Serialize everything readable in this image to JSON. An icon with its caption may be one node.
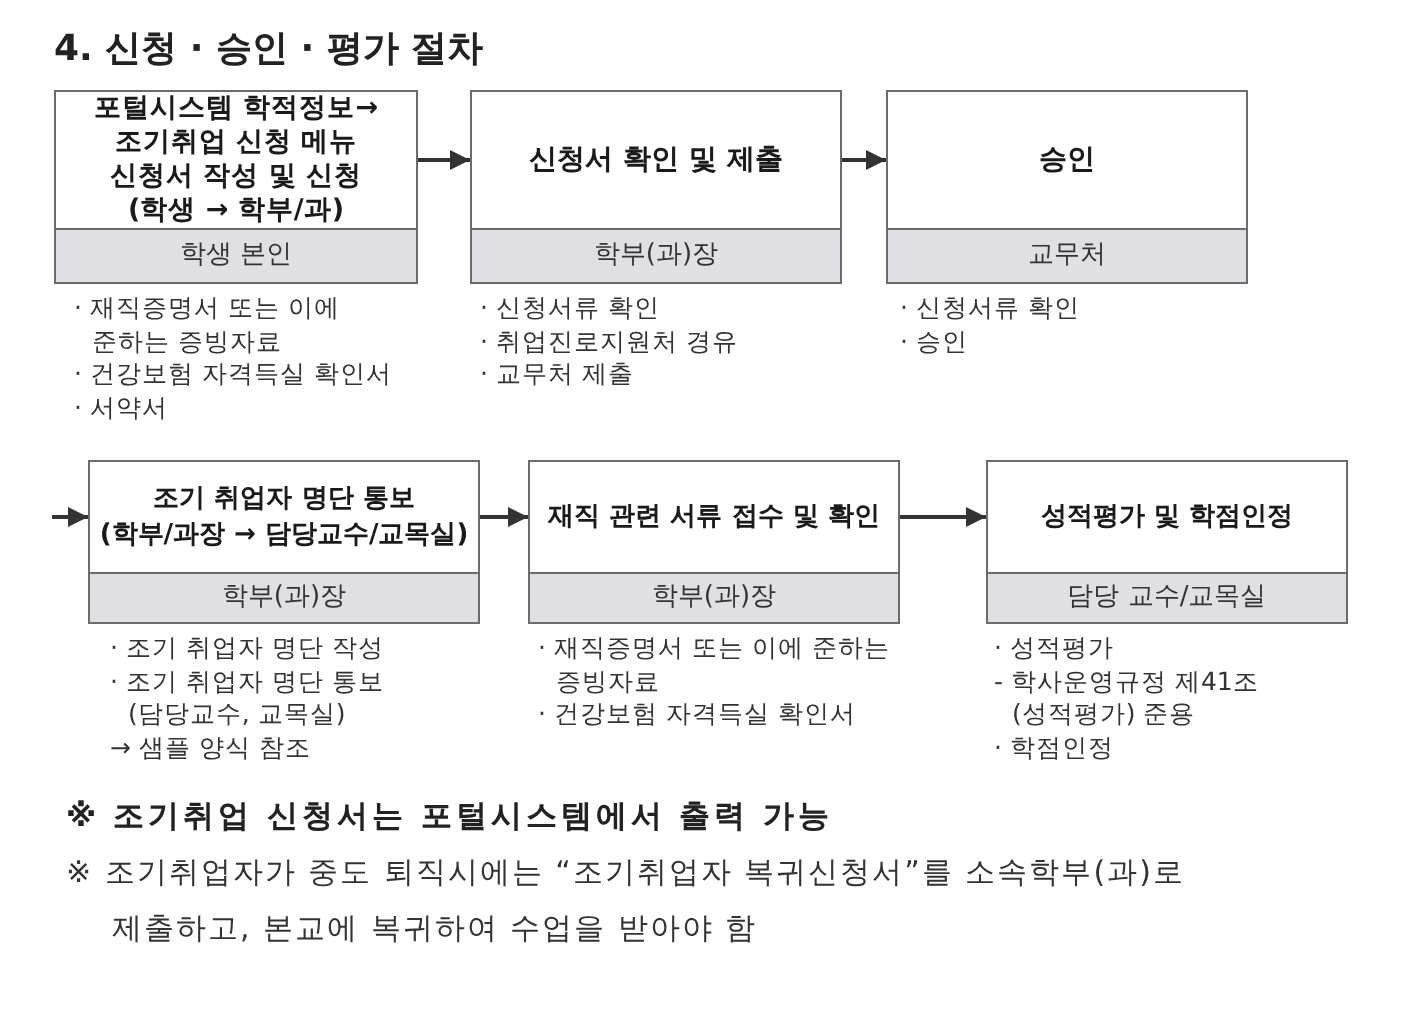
{
  "diagram": {
    "title": "4. 신청 · 승인 · 평가 절차",
    "nodes": [
      {
        "text": [
          "포털시스템 학적정보→ 조기취업 신청 메뉴 신청서 작성 및 신청 (학생 → 학부/과)"
        ],
        "beside": [
          "· 재직증명서 또는 이에 준하는 증빙자료",
          "· 건강보험 자격득실 확인서",
          "· 서약서"
        ]
      },
      {
        "text": [
          "학생 본인"
        ],
        "in": 0
      },
      {
        "text": [
          "신청서 확인 및 제출"
        ],
        "beside": [
          "· 신청서류 확인",
          "· 취업진로지원처 경유",
          "· 교무처 제출"
        ]
      },
      {
        "text": [
          "학부(과)장"
        ],
        "in": 2
      },
      {
        "text": [
          "승인"
        ],
        "beside": [
          "· 신청서류 확인",
          "· 승인"
        ]
      },
      {
        "text": [
          "교무처"
        ],
        "in": 4
      },
      {
        "text": [
          "조기 취업자 명단 통보 (학부/과장 → 담당교수/교목실)"
        ],
        "beside": [
          "· 조기 취업자 명단 작성",
          "· 조기 취업자 명단 통보 (담당교수, 교목실)",
          "→ 샘플 양식 참조"
        ]
      },
      {
        "text": [
          "학부(과)장"
        ],
        "in": 6
      },
      {
        "text": [
          "재직 관련 서류 접수 및 확인"
        ],
        "beside": [
          "· 재직증명서 또는 이에 준하는 증빙자료",
          "· 건강보험 자격득실 확인서"
        ]
      },
      {
        "text": [
          "학부(과)장"
        ],
        "in": 8
      },
      {
        "text": [
          "성적평가 및 학점인정"
        ],
        "beside": [
          "· 성적평가",
          "- 학사운영규정 제41조 (성적평가) 준용",
          "· 학점인정"
        ]
      },
      {
        "text": [
          "담당 교수/교목실"
        ],
        "in": 10
      }
    ],
    "edges": [
      {
        "from": 0,
        "to": 2,
        "arrow": "to"
      },
      {
        "from": 2,
        "to": 4,
        "arrow": "to"
      },
      {
        "from": null,
        "to": 6,
        "arrow": "to"
      },
      {
        "from": 6,
        "to": 8,
        "arrow": "to"
      },
      {
        "from": 8,
        "to": 10,
        "arrow": "to"
      }
    ],
    "labels": [
      "※ 조기취업 신청서는 포털시스템에서 출력 가능",
      "※ 조기취업자가 중도 퇴직시에는 “조기취업자 복귀신청서”를 소속학부(과)로 제출하고, 본교에 복귀하여 수업을 받아야 함"
    ]
  }
}
